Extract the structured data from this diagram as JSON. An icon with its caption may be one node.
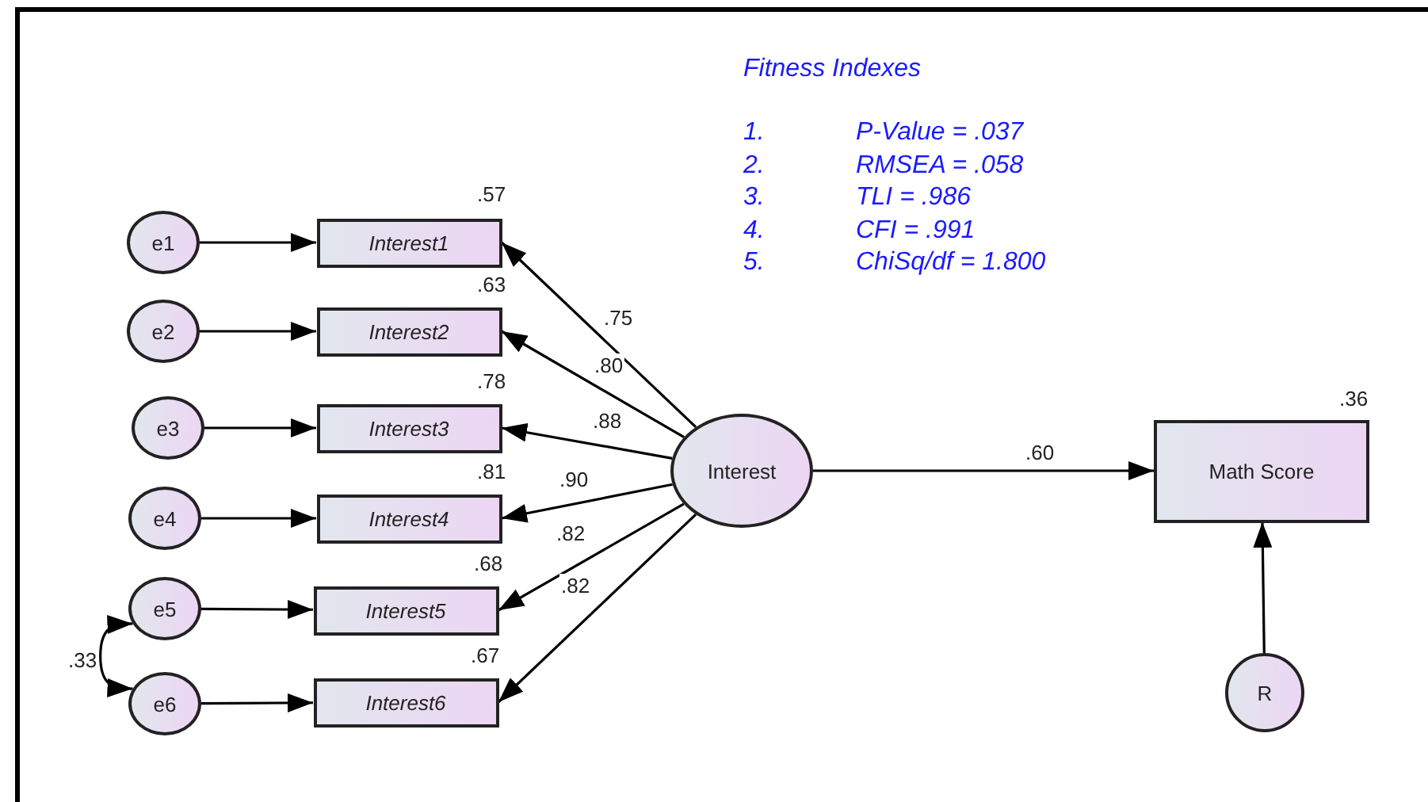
{
  "diagram": {
    "nodes": [
      {
        "text": [
          "e1"
        ]
      },
      {
        "text": [
          "e2"
        ]
      },
      {
        "text": [
          "e3"
        ]
      },
      {
        "text": [
          "e4"
        ]
      },
      {
        "text": [
          "e5"
        ]
      },
      {
        "text": [
          "e6"
        ]
      },
      {
        "text": [
          "Interest1"
        ],
        "beside": [
          ".57"
        ]
      },
      {
        "text": [
          "Interest2"
        ],
        "beside": [
          ".63"
        ]
      },
      {
        "text": [
          "Interest3"
        ],
        "beside": [
          ".78"
        ]
      },
      {
        "text": [
          "Interest4"
        ],
        "beside": [
          ".81"
        ]
      },
      {
        "text": [
          "Interest5"
        ],
        "beside": [
          ".68"
        ]
      },
      {
        "text": [
          "Interest6"
        ],
        "beside": [
          ".67"
        ]
      },
      {
        "text": [
          "Interest"
        ]
      },
      {
        "text": [
          "Math Score"
        ],
        "beside": [
          ".36"
        ]
      },
      {
        "text": [
          "R"
        ]
      }
    ],
    "edges": [
      {
        "from": 0,
        "to": 6,
        "arrow": "to"
      },
      {
        "from": 1,
        "to": 7,
        "arrow": "to"
      },
      {
        "from": 2,
        "to": 8,
        "arrow": "to"
      },
      {
        "from": 3,
        "to": 9,
        "arrow": "to"
      },
      {
        "from": 4,
        "to": 10,
        "arrow": "to"
      },
      {
        "from": 5,
        "to": 11,
        "arrow": "to"
      },
      {
        "from": 12,
        "to": 6,
        "arrow": "to",
        "label": ".75"
      },
      {
        "from": 12,
        "to": 7,
        "arrow": "to",
        "label": ".80"
      },
      {
        "from": 12,
        "to": 8,
        "arrow": "to",
        "label": ".88"
      },
      {
        "from": 12,
        "to": 9,
        "arrow": "to",
        "label": ".90"
      },
      {
        "from": 12,
        "to": 10,
        "arrow": "to",
        "label": ".82"
      },
      {
        "from": 12,
        "to": 11,
        "arrow": "to",
        "label": ".82"
      },
      {
        "from": 12,
        "to": 13,
        "arrow": "to",
        "label": ".60"
      },
      {
        "from": 14,
        "to": 13,
        "arrow": "to"
      },
      {
        "from": 4,
        "to": 5,
        "arrow": "both",
        "label": ".33"
      }
    ],
    "labels": [
      "Fitness Indexes",
      "1.",
      "P-Value = .037",
      "2.",
      "RMSEA = .058",
      "3.",
      "TLI = .986",
      "4.",
      "CFI = .991",
      "5.",
      "ChiSq/df = 1.800"
    ]
  }
}
